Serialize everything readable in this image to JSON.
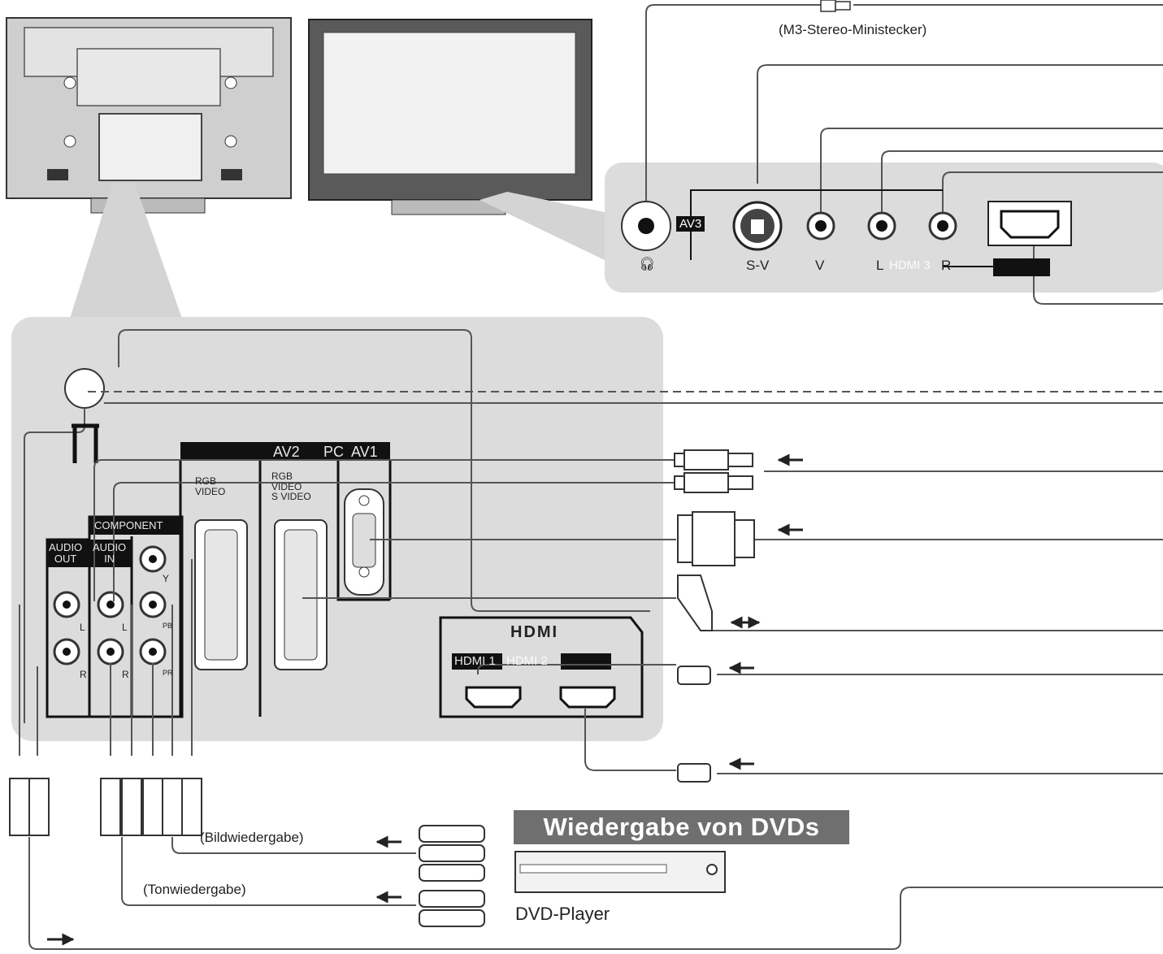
{
  "labels": {
    "minijack": "(M3-Stereo-Ministecker)",
    "av3": "AV3",
    "sv": "S-V",
    "v": "V",
    "l": "L",
    "hdmi3": "HDMI 3",
    "r": "R",
    "av2": "AV2",
    "pc": "PC",
    "av1": "AV1",
    "rgb_video_1": "RGB\nVIDEO",
    "rgb_video_svideo": "RGB\nVIDEO\nS VIDEO",
    "component": "COMPONENT",
    "audio_out": "AUDIO\nOUT",
    "audio_in": "AUDIO\nIN",
    "y": "Y",
    "pb": "PB",
    "pr": "PR",
    "jack_l": "L",
    "jack_r": "R",
    "hdmi_logo": "HDMI",
    "hdmi1": "HDMI 1",
    "hdmi2": "HDMI 2",
    "bildwiedergabe": "(Bildwiedergabe)",
    "tonwiedergabe": "(Tonwiedergabe)",
    "title": "Wiedergabe von DVDs",
    "dvd_player": "DVD-Player"
  },
  "colors": {
    "panel": "#dcdcdc",
    "dark": "#111111",
    "cable": "#555555",
    "title_bg": "#6f6f6f"
  },
  "icons": [
    "headphone-icon",
    "input-arrow-icon",
    "output-arrow-icon",
    "antenna-icon",
    "arrow-left-icon",
    "arrow-right-icon",
    "double-arrow-icon"
  ]
}
